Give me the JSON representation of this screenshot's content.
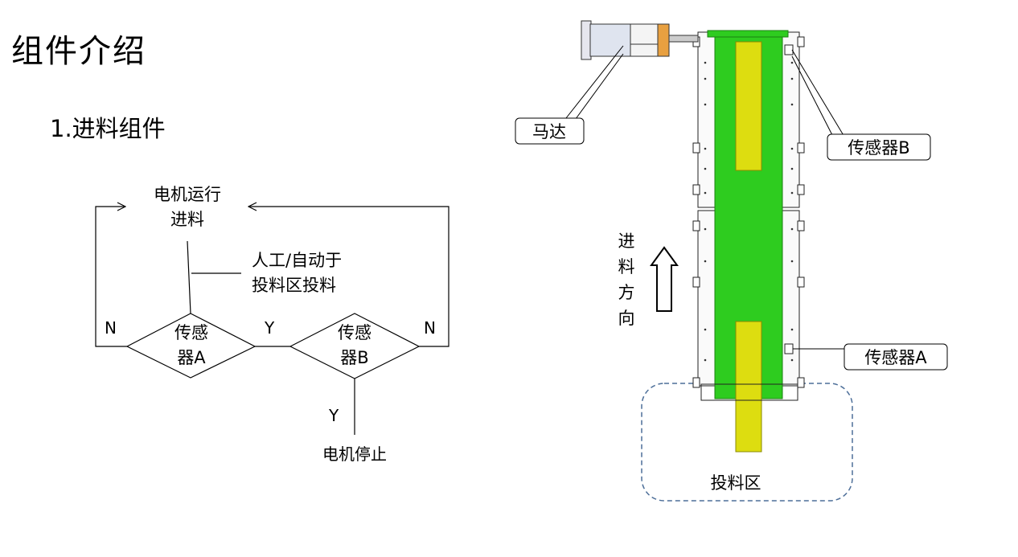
{
  "page": {
    "title": "组件介绍",
    "section": "1.进料组件"
  },
  "flowchart": {
    "start_line1": "电机运行",
    "start_line2": "进料",
    "note_line1": "人工/自动于",
    "note_line2": "投料区投料",
    "decision_a_line1": "传感",
    "decision_a_line2": "器A",
    "decision_b_line1": "传感",
    "decision_b_line2": "器B",
    "label_n_left": "N",
    "label_y_mid": "Y",
    "label_n_right": "N",
    "label_y_down": "Y",
    "end": "电机停止"
  },
  "machine": {
    "motor_label": "马达",
    "sensor_b_label": "传感器B",
    "sensor_a_label": "传感器A",
    "direction": [
      "进",
      "料",
      "方",
      "向"
    ],
    "feed_zone_label": "投料区",
    "belt_color": "#2ecc1f",
    "pad_color": "#dddd10",
    "zone_border_color": "#4d6f99"
  }
}
